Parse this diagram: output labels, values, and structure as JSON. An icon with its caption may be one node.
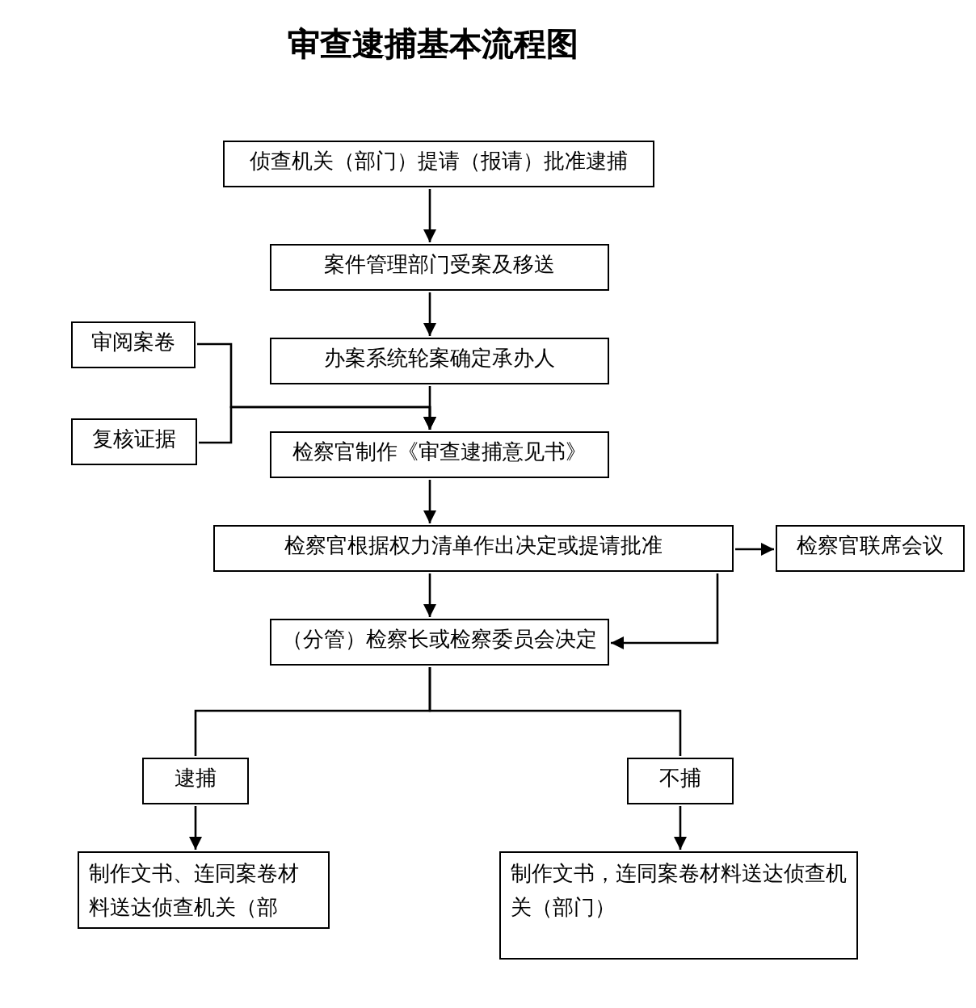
{
  "diagram": {
    "title": "审查逮捕基本流程图",
    "nodes": [
      {
        "text": [
          "侦查机关（部门）提请（报请）批准逮捕"
        ]
      },
      {
        "text": [
          "案件管理部门受案及移送"
        ]
      },
      {
        "text": [
          "办案系统轮案确定承办人"
        ]
      },
      {
        "text": [
          "审阅案卷"
        ]
      },
      {
        "text": [
          "复核证据"
        ]
      },
      {
        "text": [
          "检察官制作《审查逮捕意见书》"
        ]
      },
      {
        "text": [
          "检察官根据权力清单作出决定或提请批准"
        ]
      },
      {
        "text": [
          "检察官联席会议"
        ]
      },
      {
        "text": [
          "（分管）检察长或检察委员会决定"
        ]
      },
      {
        "text": [
          "逮捕"
        ]
      },
      {
        "text": [
          "不捕"
        ]
      },
      {
        "text": [
          "制作文书、连同案卷材料送达侦查机关（部"
        ]
      },
      {
        "text": [
          "制作文书，连同案卷材料送达侦查机关（部门）"
        ]
      }
    ],
    "edges": [
      {
        "from": 0,
        "to": 1,
        "arrow": "to"
      },
      {
        "from": 1,
        "to": 2,
        "arrow": "to"
      },
      {
        "from": 2,
        "to": 5,
        "arrow": "to"
      },
      {
        "from": 3,
        "to": 5,
        "arrow": "to"
      },
      {
        "from": 4,
        "to": 5,
        "arrow": "to"
      },
      {
        "from": 5,
        "to": 6,
        "arrow": "to"
      },
      {
        "from": 6,
        "to": 7,
        "arrow": "to"
      },
      {
        "from": 6,
        "to": 8,
        "arrow": "to"
      },
      {
        "from": 6,
        "to": 8,
        "arrow": "to"
      },
      {
        "from": 8,
        "to": 9,
        "arrow": "none"
      },
      {
        "from": 8,
        "to": 10,
        "arrow": "none"
      },
      {
        "from": 9,
        "to": 11,
        "arrow": "to"
      },
      {
        "from": 10,
        "to": 12,
        "arrow": "to"
      }
    ]
  }
}
